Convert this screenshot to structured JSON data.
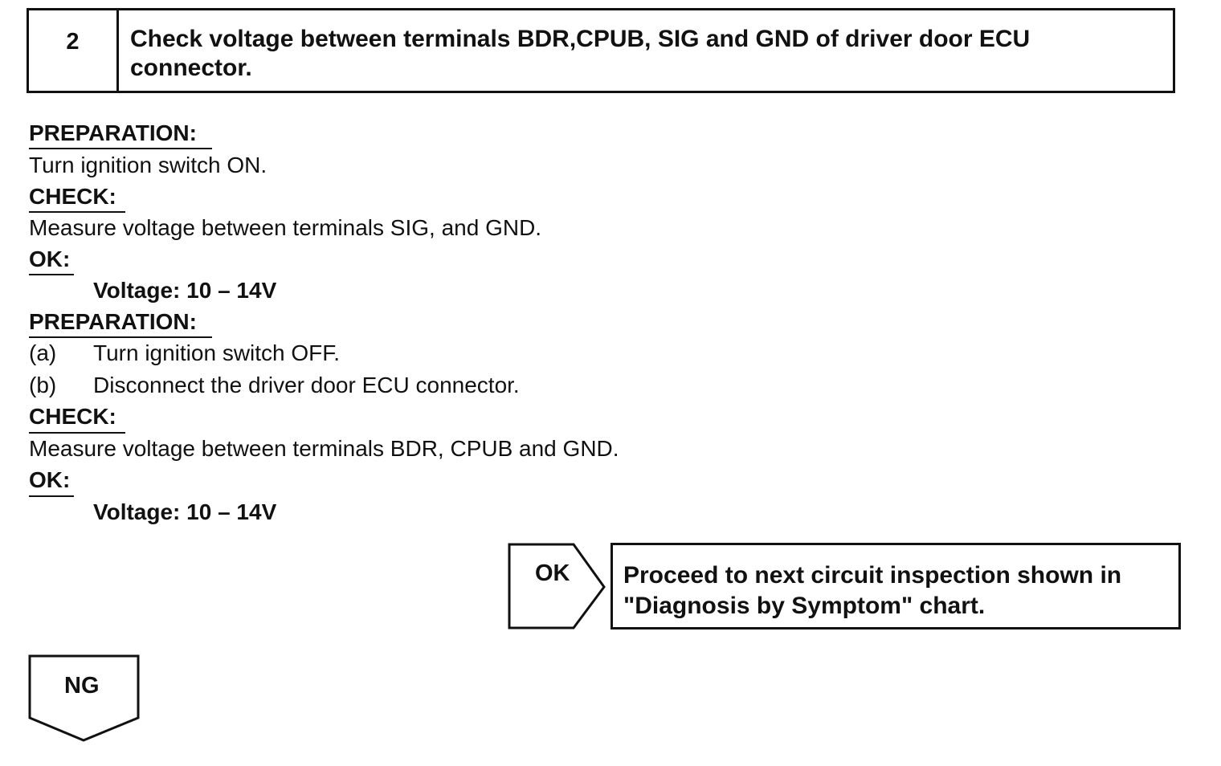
{
  "step": {
    "number": "2",
    "title": "Check voltage between terminals BDR,CPUB, SIG and GND of driver door ECU connector."
  },
  "section1": {
    "preparation_heading": "PREPARATION:",
    "preparation_text": "Turn ignition switch ON.",
    "check_heading": "CHECK:",
    "check_text": "Measure voltage between terminals SIG, and GND.",
    "ok_heading": "OK:",
    "ok_value": "Voltage: 10 – 14V"
  },
  "section2": {
    "preparation_heading": "PREPARATION:",
    "items": [
      {
        "label": "(a)",
        "text": "Turn ignition switch OFF."
      },
      {
        "label": "(b)",
        "text": "Disconnect the driver door ECU connector."
      }
    ],
    "check_heading": "CHECK:",
    "check_text": "Measure voltage between terminals BDR, CPUB and GND.",
    "ok_heading": "OK:",
    "ok_value": "Voltage: 10 – 14V"
  },
  "flow": {
    "ok_label": "OK",
    "ok_result": "Proceed to next circuit inspection shown in \"Diagnosis by Symptom\" chart.",
    "ng_label": "NG"
  }
}
